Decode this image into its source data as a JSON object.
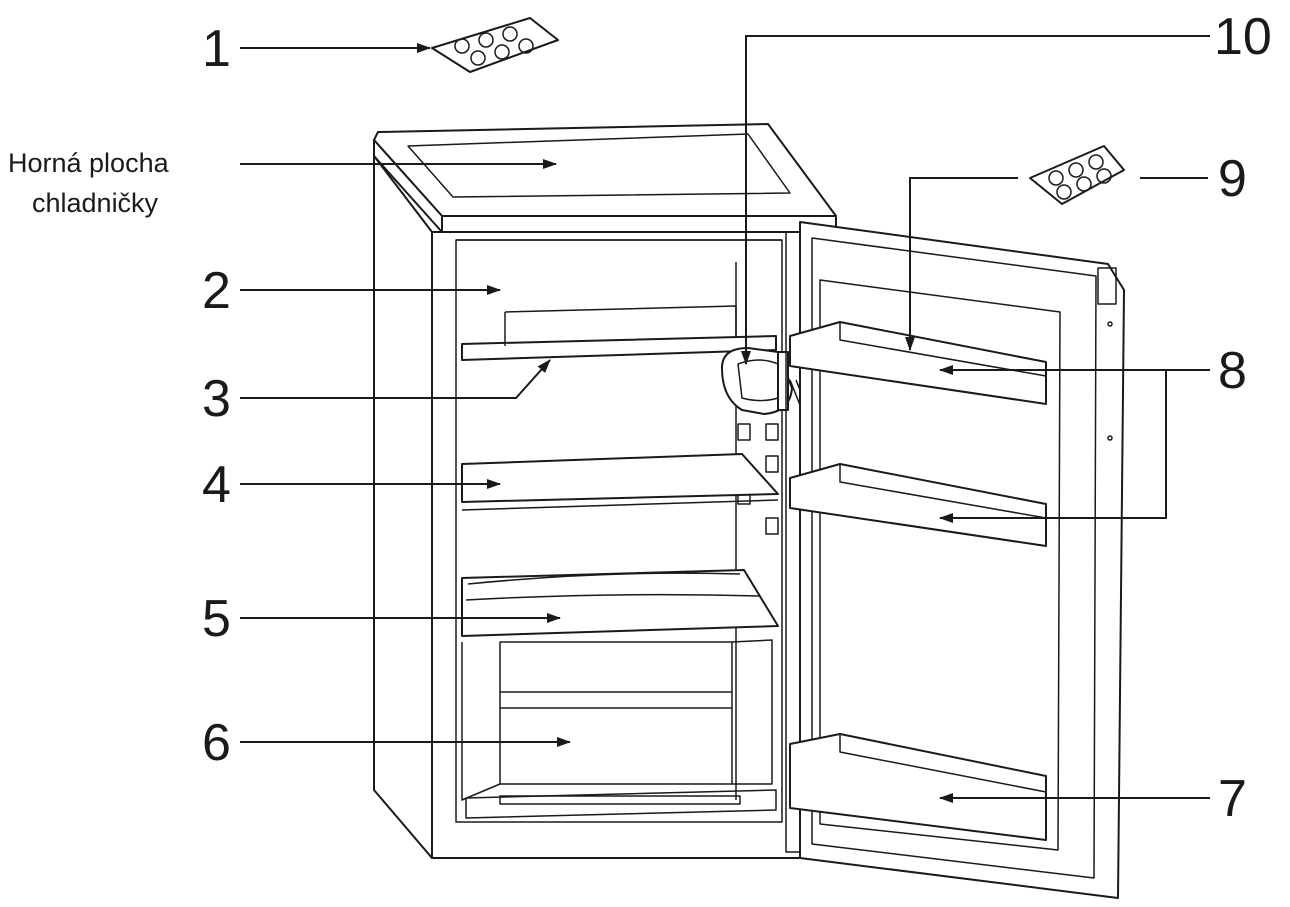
{
  "labels": {
    "top_surface_line1": "Horná plocha",
    "top_surface_line2": "chladničky"
  },
  "callouts": [
    "1",
    "2",
    "3",
    "4",
    "5",
    "6",
    "7",
    "8",
    "9",
    "10"
  ]
}
